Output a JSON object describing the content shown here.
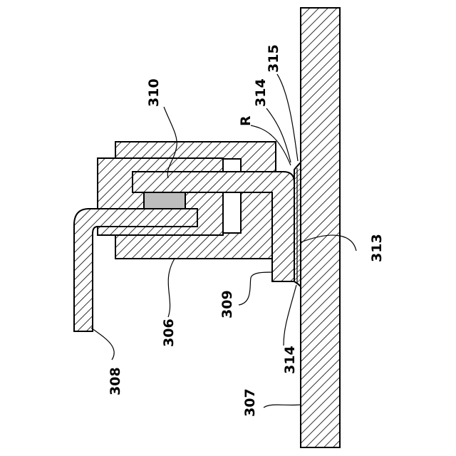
{
  "labels": {
    "l_310": "310",
    "l_314_top": "314",
    "l_315": "315",
    "l_R": "R",
    "l_306": "306",
    "l_308": "308",
    "l_309": "309",
    "l_314_bottom": "314",
    "l_313": "313",
    "l_307": "307"
  },
  "colors": {
    "stroke": "#000000",
    "hatch": "#000000",
    "pad": "#bdbdbd",
    "background": "#ffffff"
  }
}
